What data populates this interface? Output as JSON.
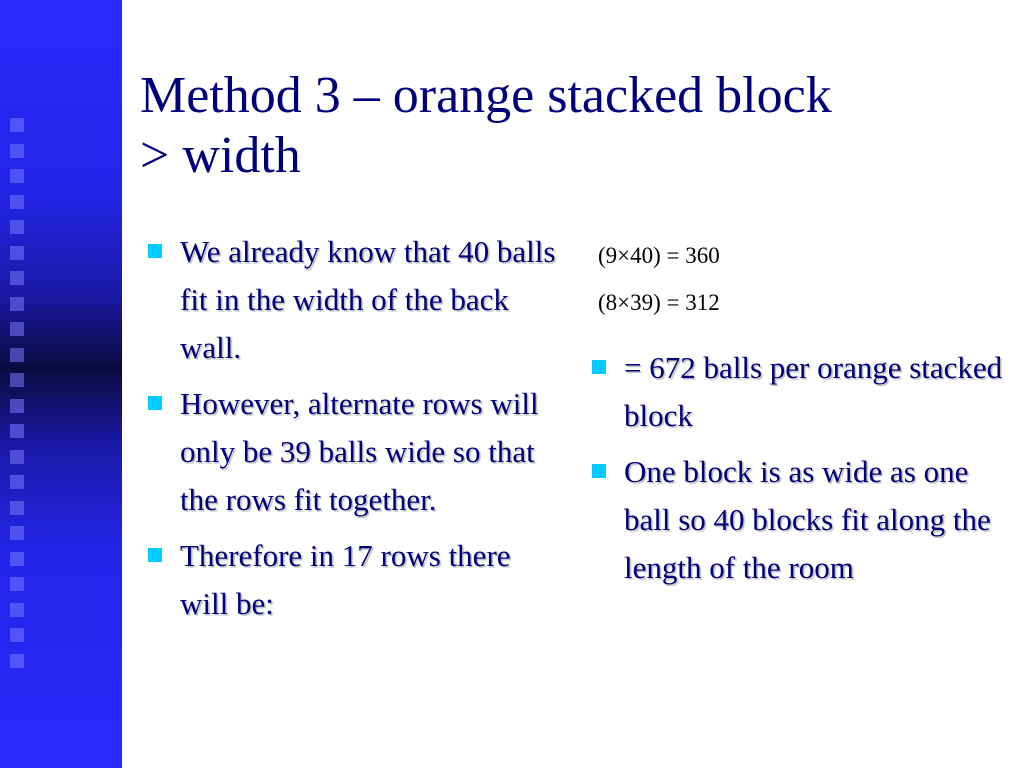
{
  "slide": {
    "title_line1": "Method 3 – orange stacked block",
    "title_line2": "> width",
    "left_bullets": [
      "We already know that 40 balls fit in the width of the back wall.",
      "However, alternate rows will only be 39 balls wide so that the rows fit together.",
      "Therefore in 17 rows there will be:"
    ],
    "formulas": [
      "(9×40) = 360",
      "(8×39) = 312"
    ],
    "right_bullets": [
      "= 672 balls per orange stacked block",
      "One block is as wide as one ball so 40 blocks fit along the length of the room"
    ]
  },
  "colors": {
    "title": "#00007a",
    "bullet_marker": "#00ccff",
    "side_band": "#2a2aff"
  }
}
